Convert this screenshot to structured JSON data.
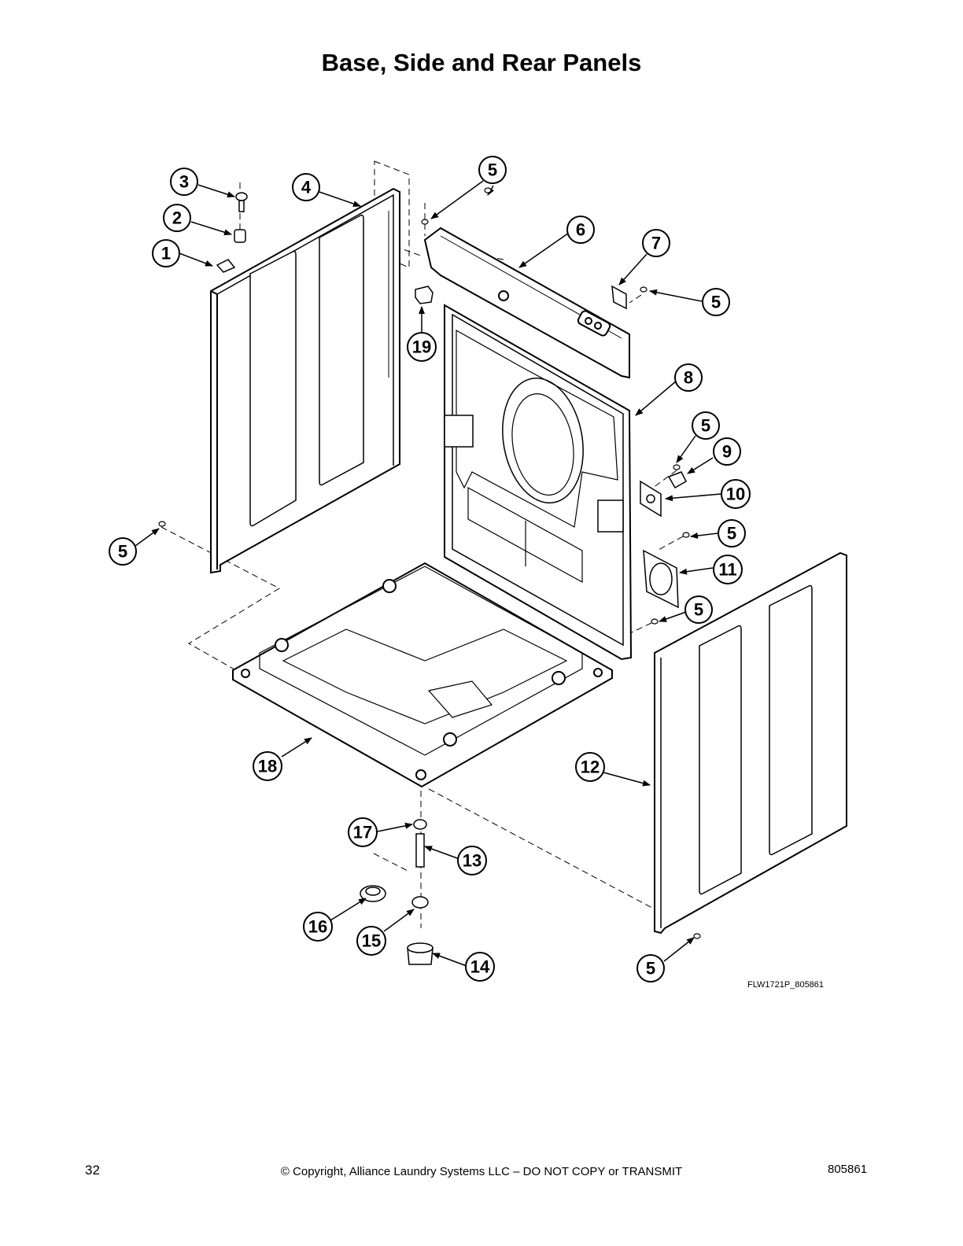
{
  "title": "Base, Side and Rear Panels",
  "drawing_id": "FLW1721P_805861",
  "footer": {
    "page_number": "32",
    "copyright": "© Copyright, Alliance Laundry Systems LLC – DO NOT COPY or TRANSMIT",
    "document_number": "805861"
  },
  "callouts": [
    {
      "label": "1",
      "part": "small-clip"
    },
    {
      "label": "2",
      "part": "spacer"
    },
    {
      "label": "3",
      "part": "screw"
    },
    {
      "label": "4",
      "part": "left-side-panel"
    },
    {
      "label": "5",
      "part": "screw"
    },
    {
      "label": "5",
      "part": "screw"
    },
    {
      "label": "5",
      "part": "screw"
    },
    {
      "label": "5",
      "part": "screw"
    },
    {
      "label": "5",
      "part": "screw"
    },
    {
      "label": "5",
      "part": "screw"
    },
    {
      "label": "5",
      "part": "screw"
    },
    {
      "label": "6",
      "part": "top-rear-rail"
    },
    {
      "label": "7",
      "part": "bracket"
    },
    {
      "label": "8",
      "part": "rear-panel"
    },
    {
      "label": "9",
      "part": "fitting"
    },
    {
      "label": "10",
      "part": "mounting-plate"
    },
    {
      "label": "11",
      "part": "vent-housing"
    },
    {
      "label": "12",
      "part": "right-side-panel"
    },
    {
      "label": "13",
      "part": "leveling-bolt"
    },
    {
      "label": "14",
      "part": "leveling-foot"
    },
    {
      "label": "15",
      "part": "nut"
    },
    {
      "label": "16",
      "part": "foot-pad"
    },
    {
      "label": "17",
      "part": "lock-nut"
    },
    {
      "label": "18",
      "part": "base"
    },
    {
      "label": "19",
      "part": "clip"
    }
  ]
}
